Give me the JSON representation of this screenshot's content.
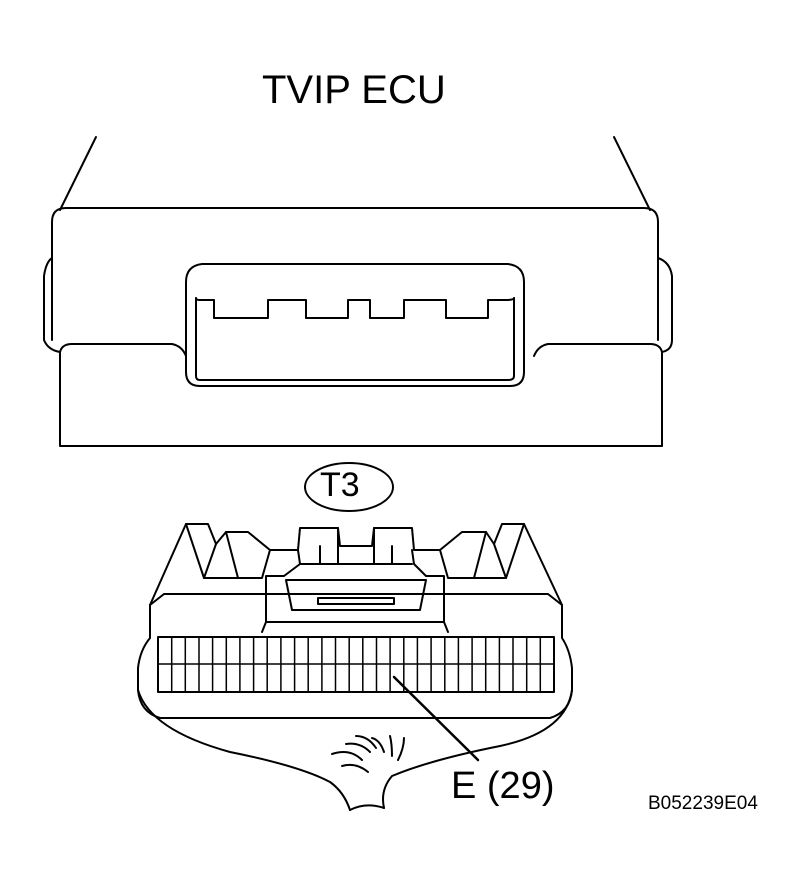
{
  "diagram": {
    "title": "TVIP ECU",
    "connector_code": "T3",
    "terminal_label": "E (29)",
    "figure_code": "B052239E04",
    "colors": {
      "line": "#000000",
      "background": "#ffffff"
    }
  }
}
